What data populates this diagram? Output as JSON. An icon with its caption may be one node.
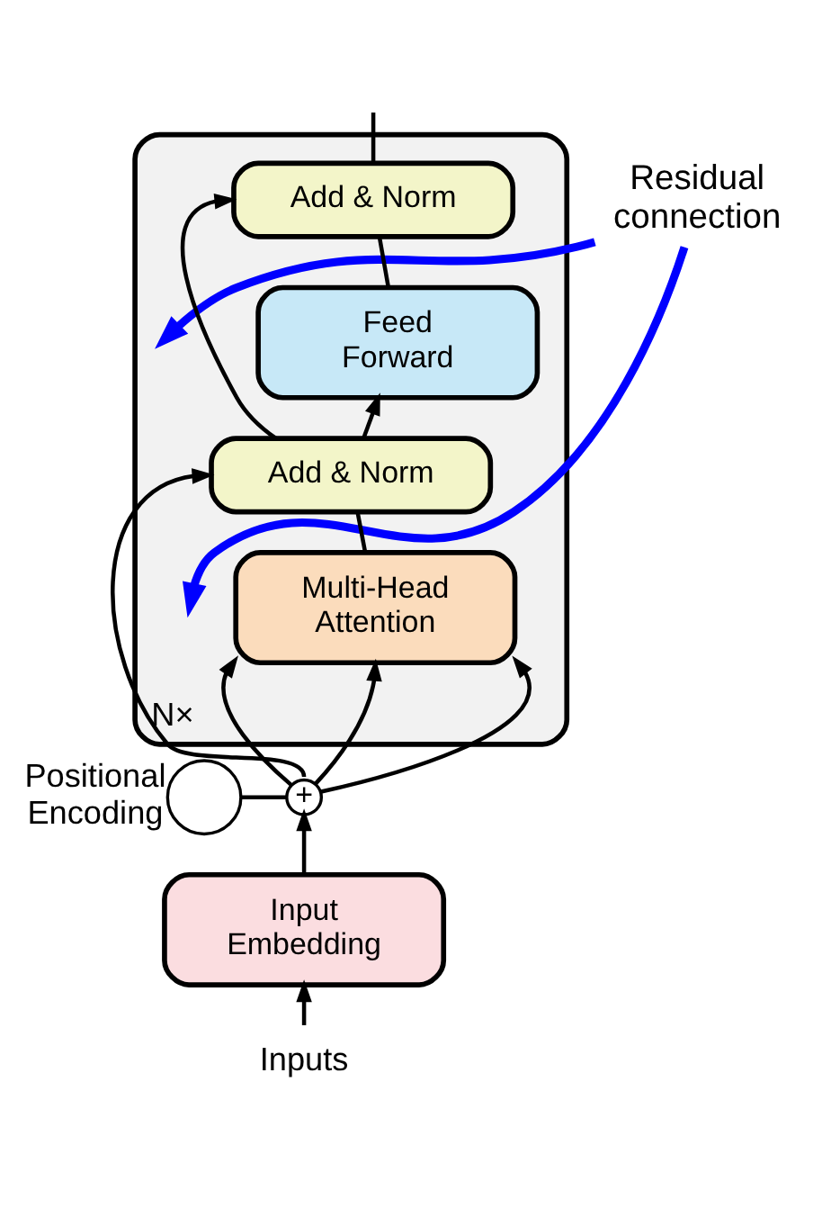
{
  "diagram": {
    "nodes": [
      {
        "text": [
          "Residual connection"
        ]
      },
      {
        "text": [],
        "shape": "box",
        "beside": [
          "N×"
        ]
      },
      {
        "text": [
          "Add & Norm"
        ],
        "in": 1
      },
      {
        "text": [
          "Feed Forward"
        ],
        "in": 1
      },
      {
        "text": [
          "Add & Norm"
        ],
        "in": 1
      },
      {
        "text": [
          "Multi-Head Attention"
        ],
        "in": 1
      },
      {
        "text": [],
        "shape": "circle",
        "beside": [
          "Positional Encoding"
        ]
      },
      {
        "text": [
          "+"
        ]
      },
      {
        "text": [
          "Input Embedding"
        ]
      },
      {
        "text": [
          "Inputs"
        ]
      }
    ],
    "edges": [
      {
        "from": 9,
        "to": 8,
        "arrow": "to"
      },
      {
        "from": 8,
        "to": 7,
        "arrow": "to"
      },
      {
        "from": 6,
        "to": 7,
        "arrow": "none"
      },
      {
        "from": 7,
        "to": 5,
        "arrow": "to"
      },
      {
        "from": 7,
        "to": 5,
        "arrow": "to"
      },
      {
        "from": 7,
        "to": 5,
        "arrow": "to"
      },
      {
        "from": 7,
        "to": 4,
        "arrow": "to"
      },
      {
        "from": 5,
        "to": 4,
        "arrow": "none"
      },
      {
        "from": 4,
        "to": 3,
        "arrow": "to"
      },
      {
        "from": 4,
        "to": 2,
        "arrow": "to"
      },
      {
        "from": 3,
        "to": 2,
        "arrow": "none"
      },
      {
        "from": 2,
        "to": null,
        "arrow": "none"
      },
      {
        "from": 0,
        "to": null,
        "arrow": "to",
        "style": "thick",
        "color": "#0000ff"
      },
      {
        "from": 0,
        "to": null,
        "arrow": "to",
        "style": "thick",
        "color": "#0000ff"
      }
    ]
  }
}
